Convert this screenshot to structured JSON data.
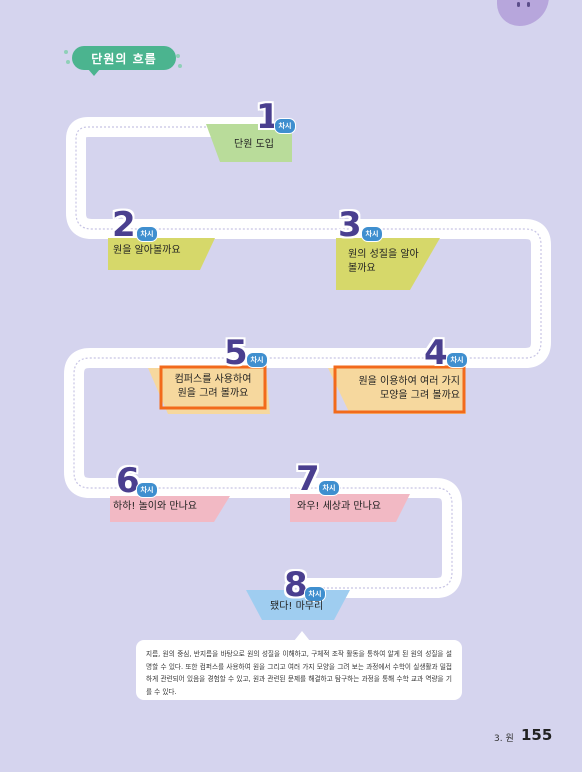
{
  "header": {
    "title": "단원의 흐름"
  },
  "steps": [
    {
      "num": "1",
      "unit": "차시",
      "label": "단원 도입"
    },
    {
      "num": "2",
      "unit": "차시",
      "label": "원을 알아볼까요"
    },
    {
      "num": "3",
      "unit": "차시",
      "label_line1": "원의 성질을 알아",
      "label_line2": "볼까요"
    },
    {
      "num": "4",
      "unit": "차시",
      "label_line1": "원을 이용하여 여러 가지",
      "label_line2": "모양을 그려 볼까요"
    },
    {
      "num": "5",
      "unit": "차시",
      "label_line1": "컴퍼스를 사용하여",
      "label_line2": "원을 그려 볼까요"
    },
    {
      "num": "6",
      "unit": "차시",
      "label": "하하! 놀이와 만나요"
    },
    {
      "num": "7",
      "unit": "차시",
      "label": "와우! 세상과 만나요"
    },
    {
      "num": "8",
      "unit": "차시",
      "label": "됐다! 마무리"
    }
  ],
  "description": "지름, 원의 중심, 반지름을 바탕으로 원의 성질을 이해하고, 구체적 조작 활동을 통하여 알게 된 원의 성질을 설명할 수 있다. 또한 컴퍼스를 사용하여 원을 그리고 여러 가지 모양을 그려 보는 과정에서 수학이 실생활과 밀접하게 관련되어 있음을 경험할 수 있고, 원과 관련된 문제를 해결하고 탐구하는 과정을 통해 수학 교과 역량을 기를 수 있다.",
  "footer": {
    "section": "3. 원",
    "page": "155"
  },
  "colors": {
    "background": "#d5d4ee",
    "green_card": "#b9dc9a",
    "yellow_card": "#d6d86a",
    "peach_card": "#f6d89e",
    "pink_card": "#f2b9c4",
    "blue_card": "#9fcdf0",
    "highlight": "#f26a1b",
    "number": "#4a3f8f",
    "chasi_badge": "#3f8fcf"
  }
}
